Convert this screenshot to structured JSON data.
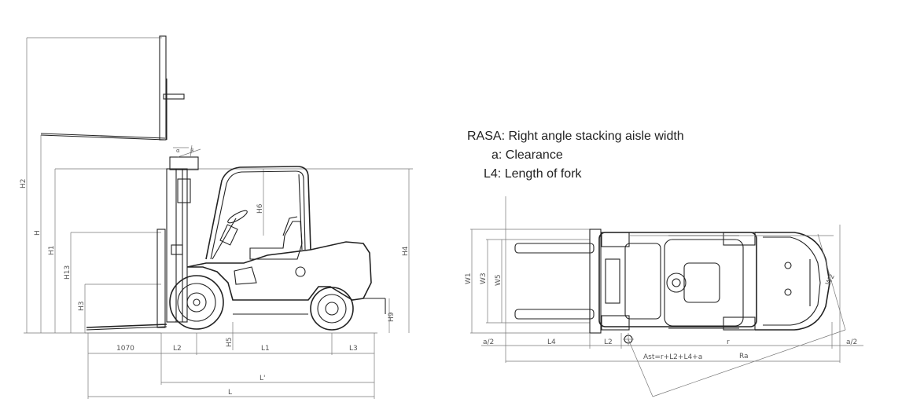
{
  "legend": {
    "line1": "RASA: Right angle stacking aisle width",
    "line2": "a: Clearance",
    "line3": "L4: Length of fork"
  },
  "side_view": {
    "H2": "H2",
    "H": "H",
    "H1": "H1",
    "H13": "H13",
    "H3": "H3",
    "H4": "H4",
    "H6": "H6",
    "H9": "H9",
    "H5": "H5",
    "d1070": "1070",
    "L2": "L2",
    "L1": "L1",
    "L3": "L3",
    "Lprime": "L'",
    "L": "L",
    "alpha": "α",
    "beta": "β"
  },
  "top_view": {
    "W1": "W1",
    "W3": "W3",
    "W5": "W5",
    "W2": "W2",
    "a2_left": "a/2",
    "a2_right": "a/2",
    "L4": "L4",
    "L2": "L2",
    "r": "r",
    "Ra": "Ra",
    "Ast": "Ast=r+L2+L4+a"
  }
}
